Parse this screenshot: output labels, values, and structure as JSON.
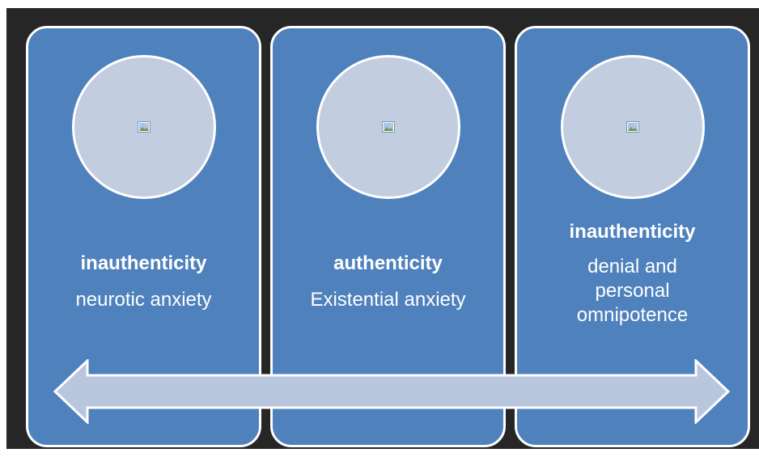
{
  "panels": [
    {
      "heading": "inauthenticity",
      "body": "neurotic anxiety"
    },
    {
      "heading": "authenticity",
      "body": "Existential anxiety"
    },
    {
      "heading": "inauthenticity",
      "body": "denial and personal omnipotence"
    }
  ],
  "colors": {
    "background": "#262626",
    "panel_fill": "#4f81bd",
    "circle_fill": "#c3cde0",
    "arrow_fill": "#b8c6de",
    "outline": "#ffffff"
  },
  "icons": {
    "circle_placeholder": "picture-placeholder-icon",
    "arrow": "double-headed-arrow"
  }
}
